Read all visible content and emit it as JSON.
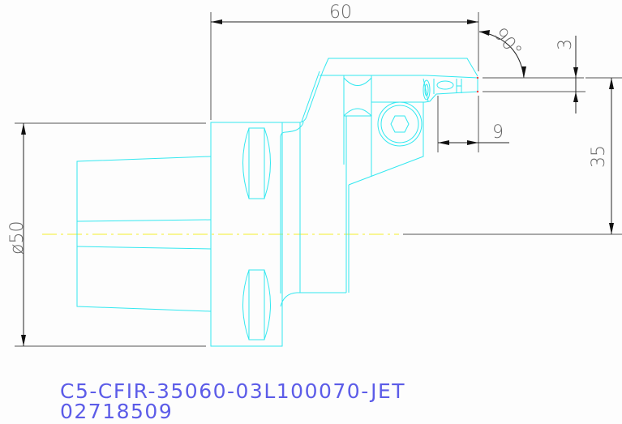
{
  "drawing": {
    "part_number": "C5-CFIR-35060-03L100070-JET",
    "article_number": "02718509",
    "colors": {
      "part_outline": "#33e8f0",
      "dimension_lines": "#555555",
      "center_line": "#f2ee2a",
      "title_text": "#5c5ce8",
      "background": "#fdfdfd"
    },
    "dimensions": {
      "overall_length": "60",
      "angle": "90°",
      "insert_width": "3",
      "insert_offset": "9",
      "height_to_center": "35",
      "shank_diameter": "ø50"
    }
  }
}
